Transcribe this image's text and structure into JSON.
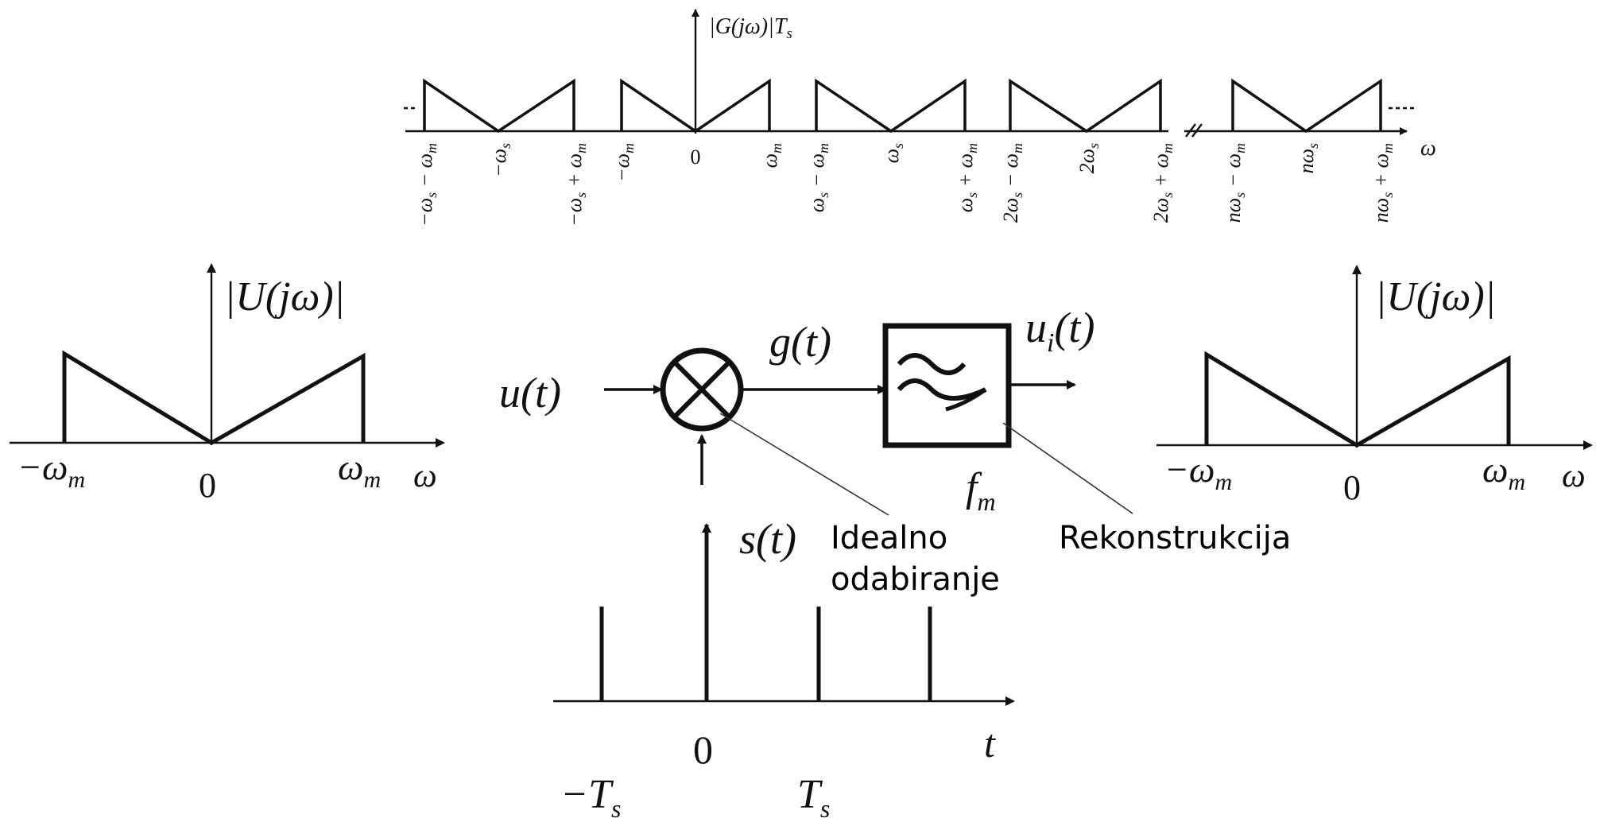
{
  "sampled_spectrum": {
    "ylabel": "|G(jω)|T",
    "ylabel_sub": "s",
    "xlabel": "ω",
    "ticks": [
      {
        "text": "−ω",
        "sub": "s",
        "rest": " − ω",
        "sub2": "m"
      },
      {
        "text": "−ω",
        "sub": "s",
        "rest": "",
        "sub2": ""
      },
      {
        "text": "−ω",
        "sub": "s",
        "rest": " + ω",
        "sub2": "m"
      },
      {
        "text": "−ω",
        "sub": "m",
        "rest": "",
        "sub2": ""
      },
      {
        "text": "0",
        "sub": "",
        "rest": "",
        "sub2": ""
      },
      {
        "text": "ω",
        "sub": "m",
        "rest": "",
        "sub2": ""
      },
      {
        "text": "ω",
        "sub": "s",
        "rest": " − ω",
        "sub2": "m"
      },
      {
        "text": "ω",
        "sub": "s",
        "rest": "",
        "sub2": ""
      },
      {
        "text": "ω",
        "sub": "s",
        "rest": " + ω",
        "sub2": "m"
      },
      {
        "text": "2ω",
        "sub": "s",
        "rest": " − ω",
        "sub2": "m"
      },
      {
        "text": "2ω",
        "sub": "s",
        "rest": "",
        "sub2": ""
      },
      {
        "text": "2ω",
        "sub": "s",
        "rest": " + ω",
        "sub2": "m"
      },
      {
        "text": "nω",
        "sub": "s",
        "rest": " − ω",
        "sub2": "m"
      },
      {
        "text": "nω",
        "sub": "s",
        "rest": "",
        "sub2": ""
      },
      {
        "text": "nω",
        "sub": "s",
        "rest": " + ω",
        "sub2": "m"
      }
    ]
  },
  "input_spectrum": {
    "ylabel": "|U(jω)|",
    "neg_tick": "−ω",
    "neg_tick_sub": "m",
    "zero_tick": "0",
    "pos_tick": "ω",
    "pos_tick_sub": "m",
    "xlabel": "ω"
  },
  "output_spectrum": {
    "ylabel": "|U(jω)|",
    "neg_tick": "−ω",
    "neg_tick_sub": "m",
    "zero_tick": "0",
    "pos_tick": "ω",
    "pos_tick_sub": "m",
    "xlabel": "ω"
  },
  "block_diagram": {
    "input_label": "u(t)",
    "mid_label": "g(t)",
    "output_label": "u",
    "output_sub": "i",
    "output_rest": "(t)",
    "filter_label": "f",
    "filter_sub": "m",
    "sampling_label": "s(t)",
    "annotation_sampling_line1": "Idealno",
    "annotation_sampling_line2": "odabiranje",
    "annotation_reconstruction": "Rekonstrukcija"
  },
  "impulse_train": {
    "xlabel": "t",
    "zero_tick": "0",
    "neg_tick": "−T",
    "neg_tick_sub": "s",
    "pos_tick": "T",
    "pos_tick_sub": "s"
  }
}
